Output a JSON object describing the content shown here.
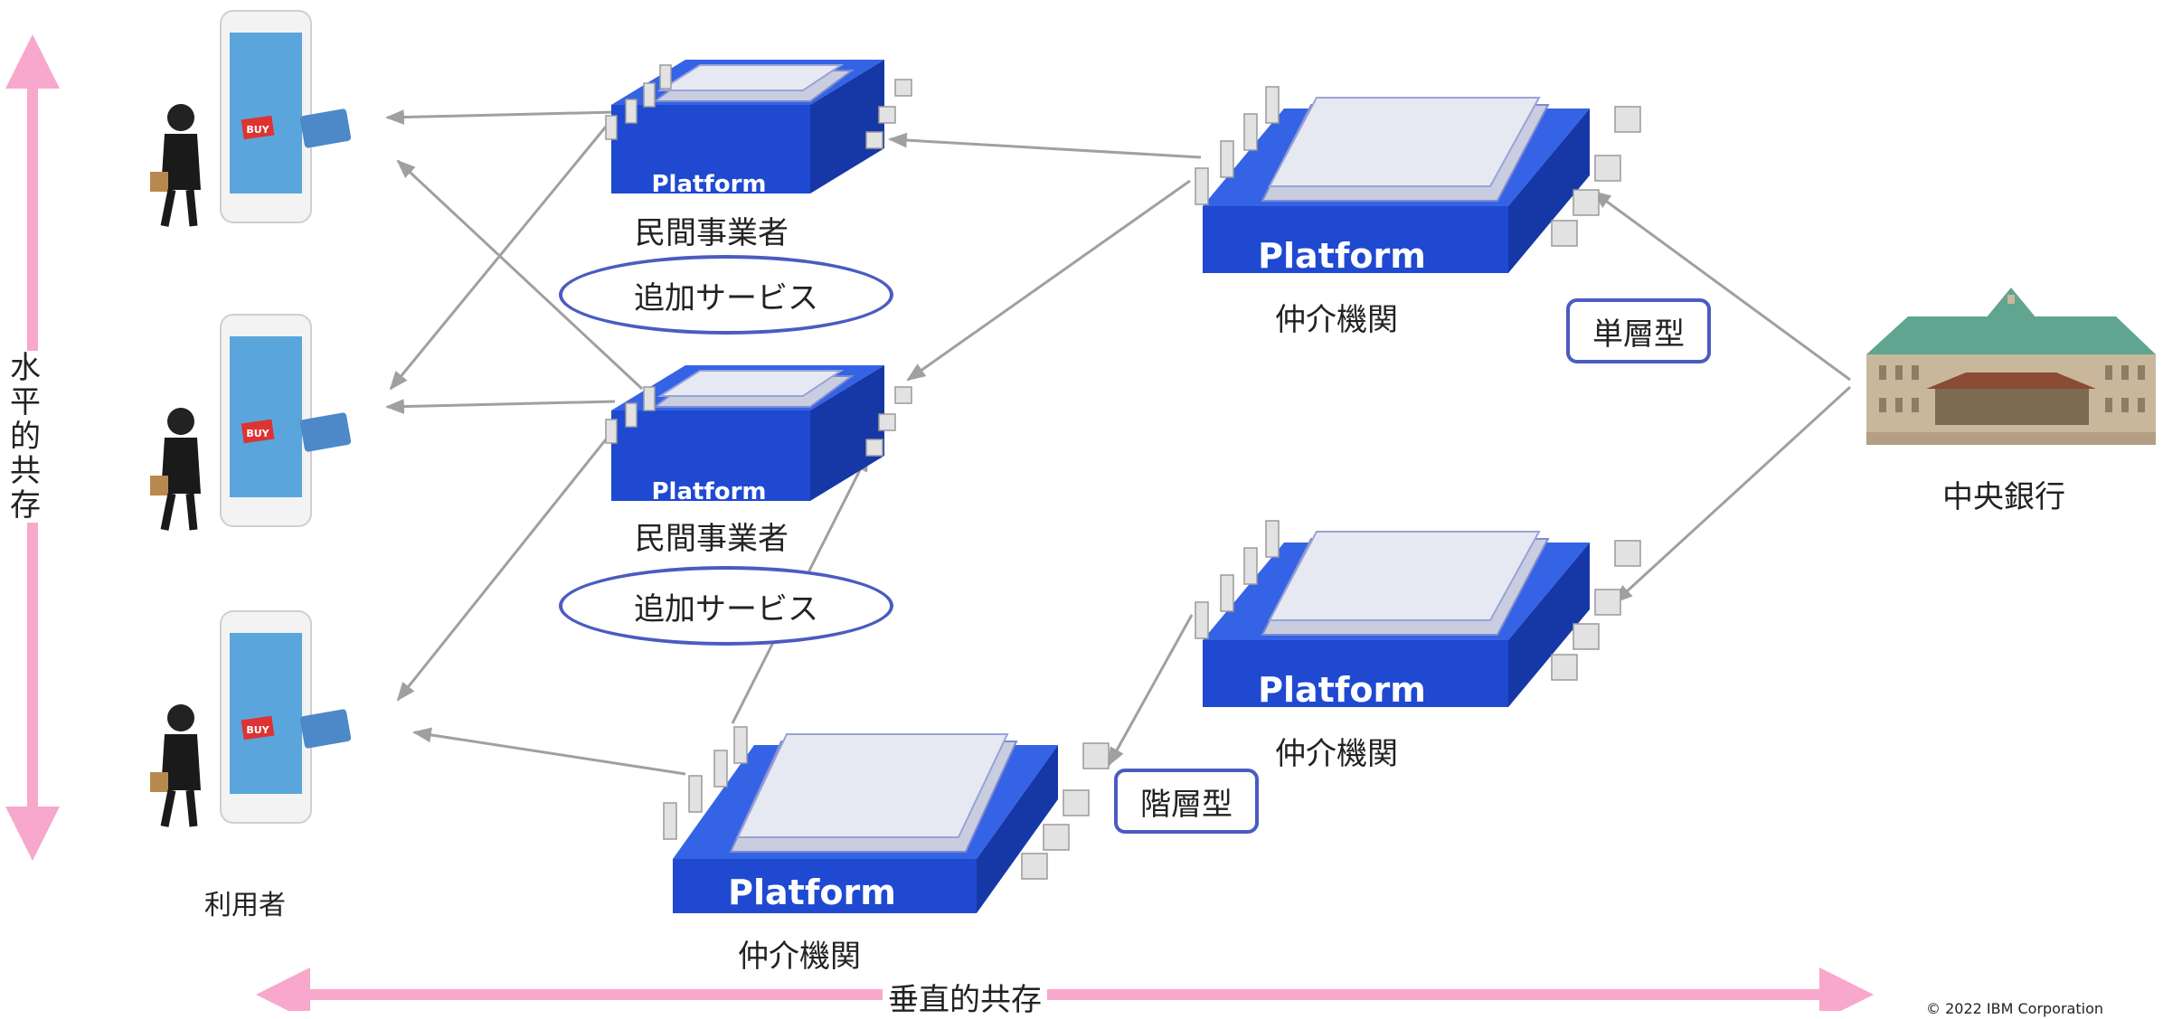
{
  "labels": {
    "vertical_axis": "水平的共存",
    "horizontal_axis": "垂直的共存",
    "users": "利用者",
    "central_bank": "中央銀行",
    "private_1": "民間事業者",
    "private_2": "民間事業者",
    "intermediary_top": "仲介機関",
    "intermediary_mid": "仲介機関",
    "intermediary_bottom": "仲介機関",
    "service_1": "追加サービス",
    "service_2": "追加サービス",
    "single_layer": "単層型",
    "multi_layer": "階層型",
    "platform": "Platform",
    "buy": "BUY",
    "copyright": "© 2022 IBM Corporation"
  },
  "colors": {
    "platform_blue": "#1f49d1",
    "platform_dark": "#1637a6",
    "accent_pink": "#f7a8cc",
    "arrow_gray": "#a0a0a0",
    "outline_blue": "#4a5cc0",
    "phone_screen": "#5aa6dc",
    "bank_roof": "#5fa58f",
    "bank_wall": "#c9b79c"
  }
}
